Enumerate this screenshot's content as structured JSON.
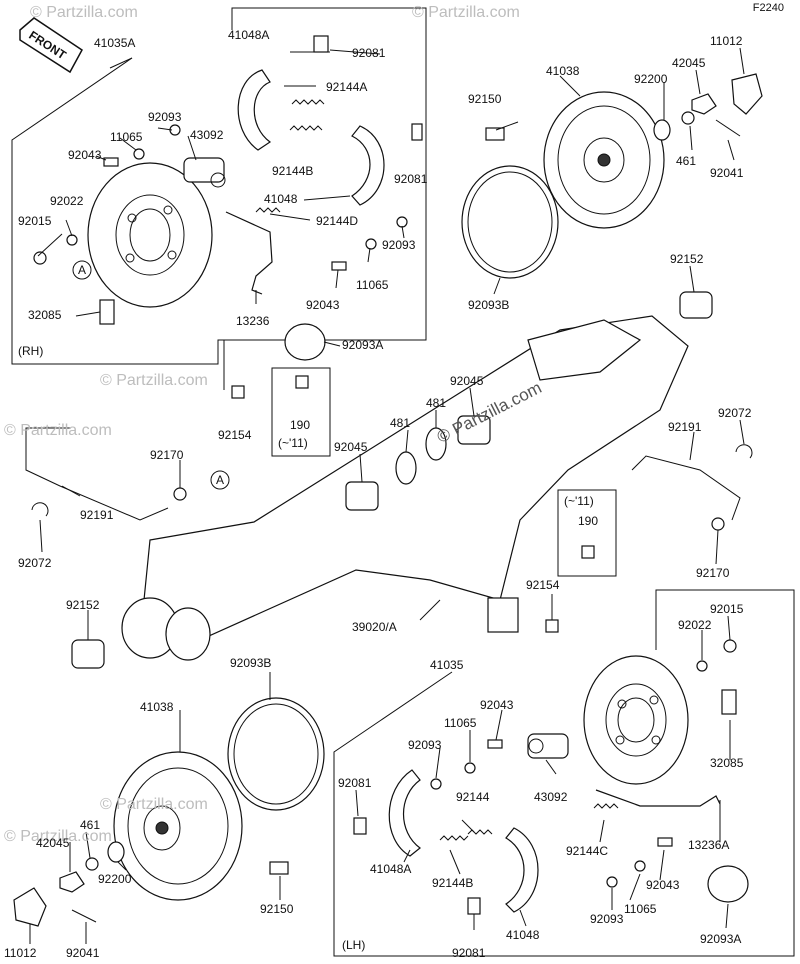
{
  "diagram_code": "F2240",
  "front_label": "FRONT",
  "watermark": "© Partzilla.com",
  "section_labels": {
    "rh": "(RH)",
    "lh": "(LH)"
  },
  "callout_letter": "A",
  "note": {
    "tilde_11": "(~'11)",
    "part_190": "190"
  },
  "parts": {
    "p41035A": "41035A",
    "p41048A_top": "41048A",
    "p92081_top1": "92081",
    "p92144A": "92144A",
    "p92093_top": "92093",
    "p11065_top": "11065",
    "p92043_top": "92043",
    "p43092_top": "43092",
    "p92081_top2": "92081",
    "p92144B_top": "92144B",
    "p41048_top": "41048",
    "p92144D": "92144D",
    "p92022_top": "92022",
    "p92015_top": "92015",
    "p92093_mid": "92093",
    "p11065_mid": "11065",
    "p92043_mid": "92043",
    "p13236": "13236",
    "p32085_top": "32085",
    "p92093A_top": "92093A",
    "p92154_top": "92154",
    "p190_top": "190",
    "p11_top": "(~'11)",
    "p41038_top": "41038",
    "p92150_top": "92150",
    "p92200_top": "92200",
    "p42045_top": "42045",
    "p11012_top": "11012",
    "p461_top": "461",
    "p92041_top": "92041",
    "p92093B_top": "92093B",
    "p92152_top": "92152",
    "p92045_a": "92045",
    "p481_a": "481",
    "p481_b": "481",
    "p92045_b": "92045",
    "p92072_r": "92072",
    "p92191_r": "92191",
    "p92170_l": "92170",
    "p92191_l": "92191",
    "p92072_l": "92072",
    "p11_mid": "(~'11)",
    "p190_mid": "190",
    "p92170_r": "92170",
    "p92152_l": "92152",
    "p39020A": "39020/A",
    "p92154_mid": "92154",
    "p92015_bot": "92015",
    "p92022_bot": "92022",
    "p92093B_bot": "92093B",
    "p41035": "41035",
    "p41038_bot": "41038",
    "p92043_bot": "92043",
    "p11065_bot": "11065",
    "p92093_bot": "92093",
    "p92081_bot1": "92081",
    "p43092_bot": "43092",
    "p32085_bot": "32085",
    "p92144": "92144",
    "p92144C": "92144C",
    "p13236A": "13236A",
    "p42045_bot": "42045",
    "p461_bot": "461",
    "p41048A_bot": "41048A",
    "p92144B_bot": "92144B",
    "p92043_bot2": "92043",
    "p92200_bot": "92200",
    "p92150_bot": "92150",
    "p11065_bot2": "11065",
    "p92093_bot2": "92093",
    "p92093A_bot": "92093A",
    "p11012_bot": "11012",
    "p92041_bot": "92041",
    "p92081_bot2": "92081",
    "p41048_bot": "41048"
  }
}
